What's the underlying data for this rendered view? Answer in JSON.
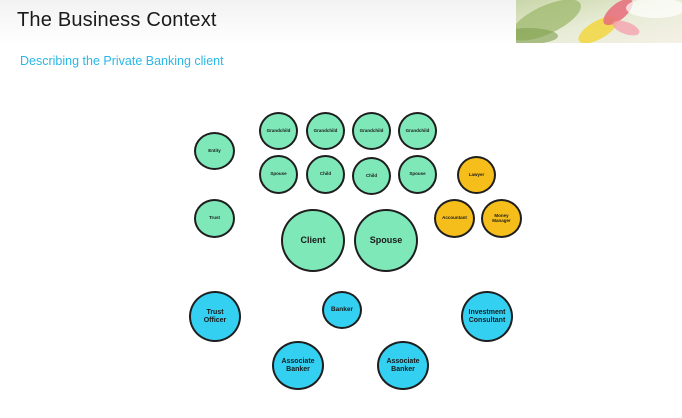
{
  "slide": {
    "title": "The Business Context",
    "subtitle": "Describing the Private Banking client"
  },
  "colors": {
    "family": "#7ee8b8",
    "advisors": "#f6be1a",
    "bank": "#33d0f2",
    "subtitle": "#2bb7e6"
  },
  "nodes": {
    "grandchild_1": "Grandchild",
    "grandchild_2": "Grandchild",
    "grandchild_3": "Grandchild",
    "grandchild_4": "Grandchild",
    "entity": "Entity",
    "spouse_left": "Spouse",
    "child_1": "Child",
    "child_2": "Child",
    "spouse_right": "Spouse",
    "lawyer": "Lawyer",
    "trust": "Trust",
    "client": "Client",
    "spouse_main": "Spouse",
    "accountant": "Accountant",
    "money_manager": "Money Manager",
    "trust_officer": "Trust Officer",
    "banker": "Banker",
    "investment_consultant": "Investment Consultant",
    "associate_banker_1": "Associate Banker",
    "associate_banker_2": "Associate Banker"
  }
}
